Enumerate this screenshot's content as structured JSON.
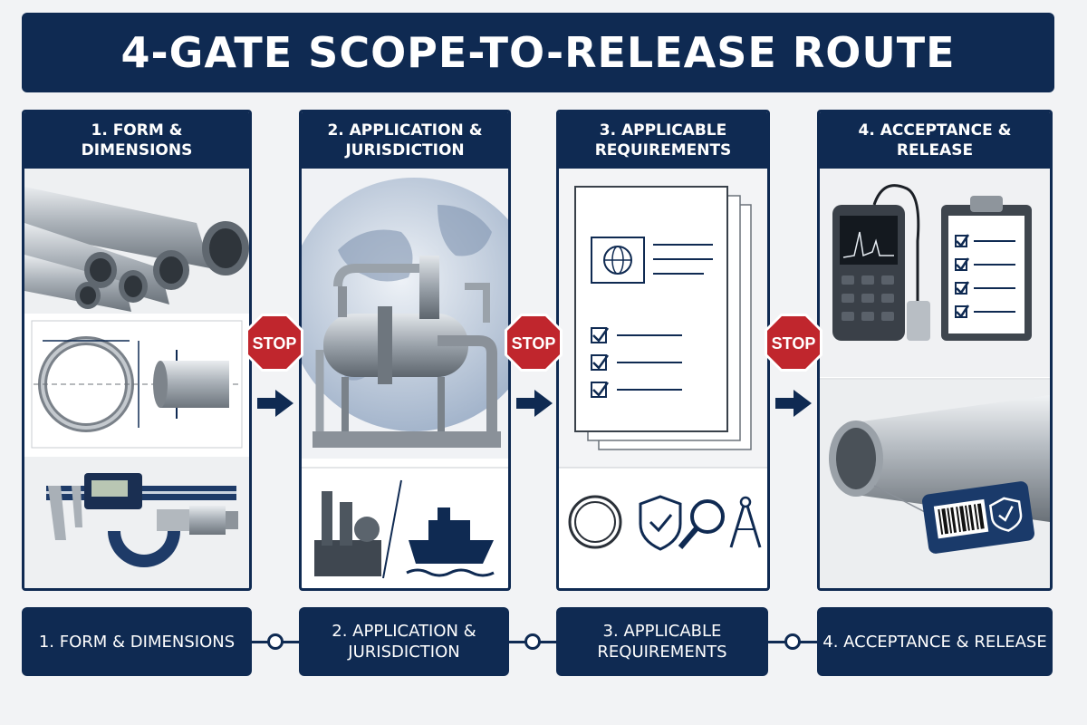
{
  "title": "4-GATE SCOPE-TO-RELEASE ROUTE",
  "gates": [
    {
      "heading": "1. FORM & DIMENSIONS",
      "icons": [
        "pipes-icon",
        "cross-section-diagram-icon",
        "caliper-icon",
        "micrometer-icon"
      ]
    },
    {
      "heading": "2. APPLICATION & JURISDICTION",
      "icons": [
        "globe-icon",
        "process-equipment-icon",
        "refinery-icon",
        "ship-icon"
      ]
    },
    {
      "heading": "3. APPLICABLE REQUIREMENTS",
      "icons": [
        "document-stack-icon",
        "checklist-icon",
        "ring-icon",
        "shield-check-icon",
        "magnifier-icon",
        "compass-icon"
      ]
    },
    {
      "heading": "4. ACCEPTANCE & RELEASE",
      "icons": [
        "ultrasonic-tester-icon",
        "clipboard-checklist-icon",
        "pipe-icon",
        "barcode-tag-icon"
      ]
    }
  ],
  "stop_label": "STOP",
  "route": [
    {
      "label": "1. FORM & DIMENSIONS"
    },
    {
      "label": "2. APPLICATION & JURISDICTION"
    },
    {
      "label": "3. APPLICABLE REQUIREMENTS"
    },
    {
      "label": "4. ACCEPTANCE & RELEASE"
    }
  ],
  "colors": {
    "navy": "#0f2a52",
    "stop_red": "#c0262d",
    "steel": "#9aa1a8",
    "background": "#f2f3f5"
  }
}
